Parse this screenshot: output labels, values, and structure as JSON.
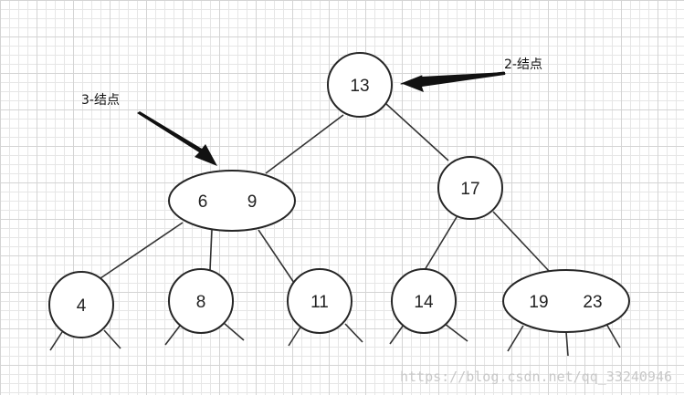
{
  "labels": {
    "two_node": "2-结点",
    "three_node": "3-结点"
  },
  "nodes": {
    "root": {
      "key": "13"
    },
    "left": {
      "key1": "6",
      "key2": "9"
    },
    "right": {
      "key": "17"
    },
    "leaf_4": {
      "key": "4"
    },
    "leaf_8": {
      "key": "8"
    },
    "leaf_11": {
      "key": "11"
    },
    "leaf_14": {
      "key": "14"
    },
    "leaf_19_23": {
      "key1": "19",
      "key2": "23"
    }
  },
  "watermark": "https://blog.csdn.net/qq_33240946",
  "colors": {
    "stroke": "#262626",
    "grid": "#e6e6e6",
    "watermark": "#c8c8c8"
  }
}
